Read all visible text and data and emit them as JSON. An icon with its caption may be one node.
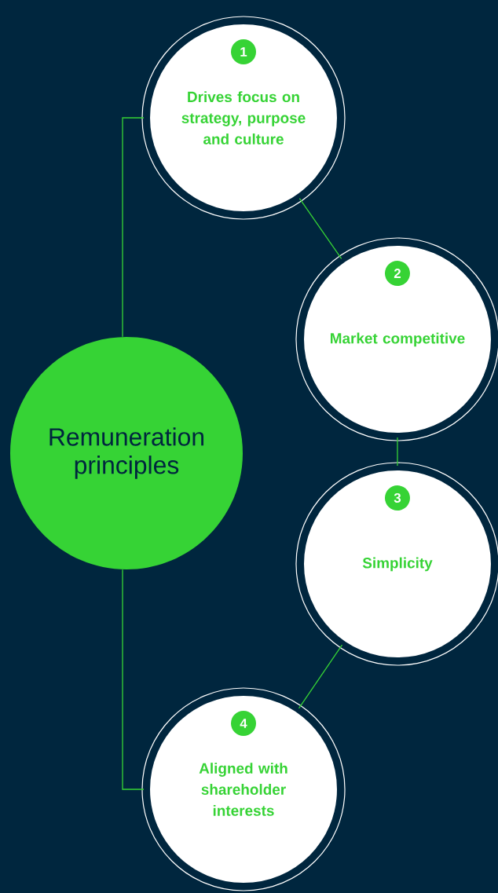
{
  "diagram": {
    "nodes": [
      {
        "text": [
          "Remuneration principles"
        ]
      },
      {
        "text": [
          "Drives focus on strategy, purpose and culture"
        ]
      },
      {
        "text": [
          "1"
        ],
        "in": 1
      },
      {
        "text": [
          "Market competitive"
        ]
      },
      {
        "text": [
          "2"
        ],
        "in": 3
      },
      {
        "text": [
          "Simplicity"
        ]
      },
      {
        "text": [
          "3"
        ],
        "in": 5
      },
      {
        "text": [
          "Aligned with shareholder interests"
        ]
      },
      {
        "text": [
          "4"
        ],
        "in": 7
      }
    ],
    "edges": [
      {
        "from": 0,
        "to": 1,
        "arrow": "none"
      },
      {
        "from": 1,
        "to": 3,
        "arrow": "none"
      },
      {
        "from": 3,
        "to": 5,
        "arrow": "none"
      },
      {
        "from": 5,
        "to": 7,
        "arrow": "none"
      },
      {
        "from": 0,
        "to": 7,
        "arrow": "none"
      }
    ]
  }
}
